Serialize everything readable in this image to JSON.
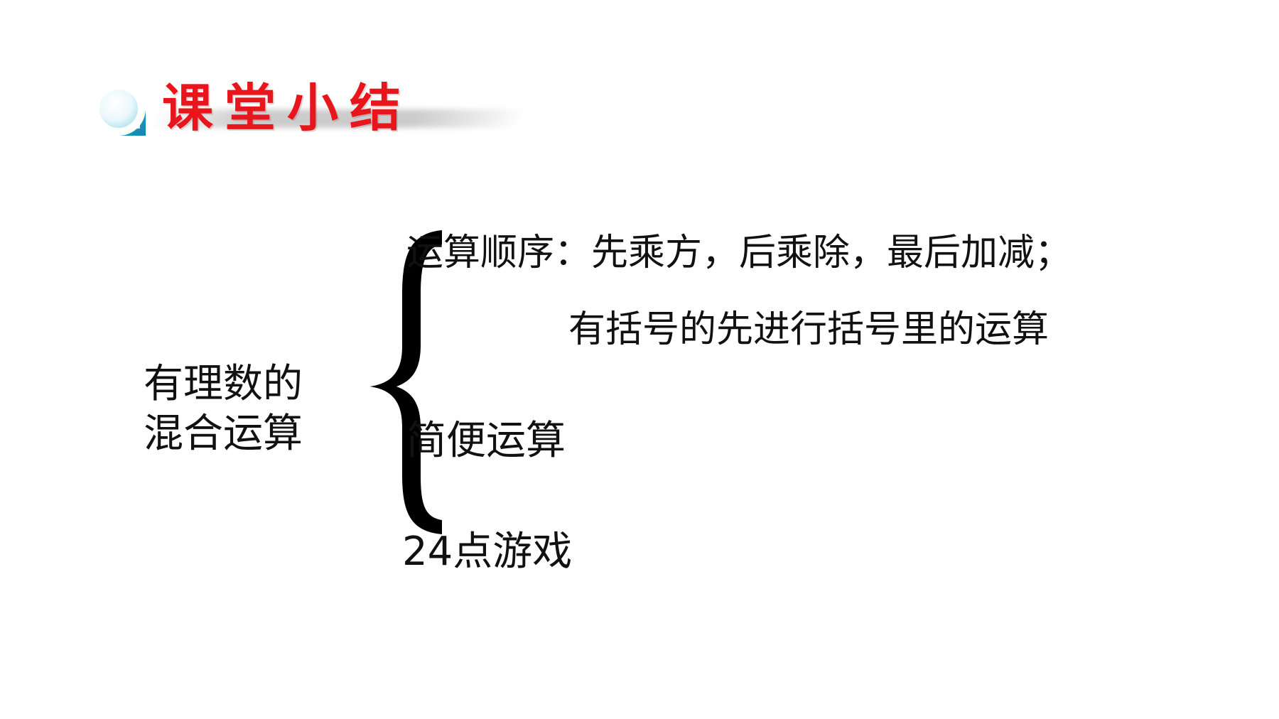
{
  "header": {
    "title": "课堂小结",
    "icon": "magnifier-icon",
    "title_color": "#e8161c",
    "icon_color": "#1aa0c8"
  },
  "topic": {
    "line1": "有理数的",
    "line2": "混合运算"
  },
  "branches": {
    "order_rule_line1": "运算顺序：先乘方，后乘除，最后加减；",
    "order_rule_line2": "有括号的先进行括号里的运算",
    "simplified": "简便运算",
    "game24": "24点游戏"
  }
}
